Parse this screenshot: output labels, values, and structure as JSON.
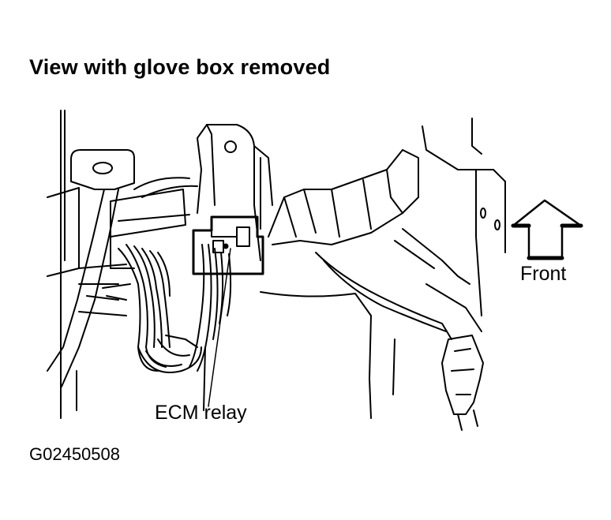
{
  "diagram": {
    "title": "View with glove box removed",
    "direction_label": "Front",
    "callout_label": "ECM relay",
    "figure_id": "G02450508"
  },
  "icons": {
    "direction_arrow": "up-arrow-icon"
  }
}
